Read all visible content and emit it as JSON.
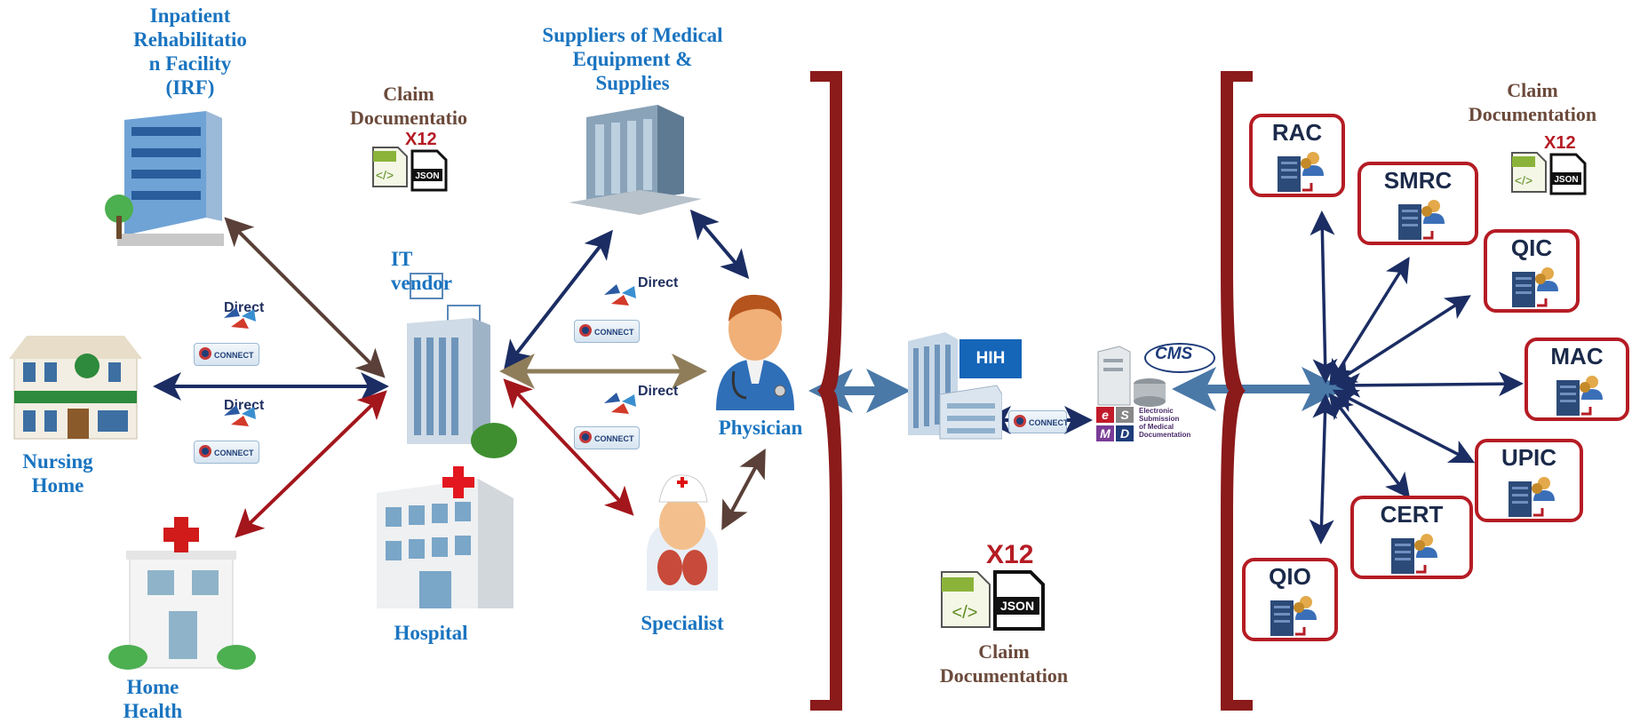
{
  "labels": {
    "irf": "Inpatient\nRehabilitatio\nn Facility\n(IRF)",
    "nursing_home": "Nursing\nHome",
    "home_health": "Home\nHealth",
    "it_vendor": "IT\n vendor",
    "hospital": "Hospital",
    "suppliers": "Suppliers of Medical\nEquipment &\nSupplies",
    "physician": "Physician",
    "specialist": "Specialist",
    "claim_doc_left": "Claim\nDocumentatio",
    "claim_doc_center": "Claim\nDocumentation",
    "claim_doc_right": "Claim\nDocumentation"
  },
  "badges": {
    "direct": "Direct",
    "connect": "CONNECT",
    "hih": "HIH",
    "cms": "CMS",
    "esmd": "Electronic\nSubmission\nof Medical\nDocumentation",
    "esmd_letters": [
      "e",
      "S",
      "M",
      "D"
    ],
    "xml": "XML",
    "json": "JSON",
    "x12": "X12"
  },
  "contractors": [
    "RAC",
    "SMRC",
    "QIC",
    "MAC",
    "UPIC",
    "CERT",
    "QIO"
  ],
  "colors": {
    "label_blue": "#1a74c0",
    "label_brown": "#6b4a3b",
    "arrow_navy": "#1b2d63",
    "arrow_red": "#a3161c",
    "arrow_brownish": "#5a4038",
    "arrow_khaki": "#8f7d5a",
    "arrow_steel": "#4a79a8",
    "bracket": "#8b1a1a",
    "box_border": "#b51c24"
  }
}
